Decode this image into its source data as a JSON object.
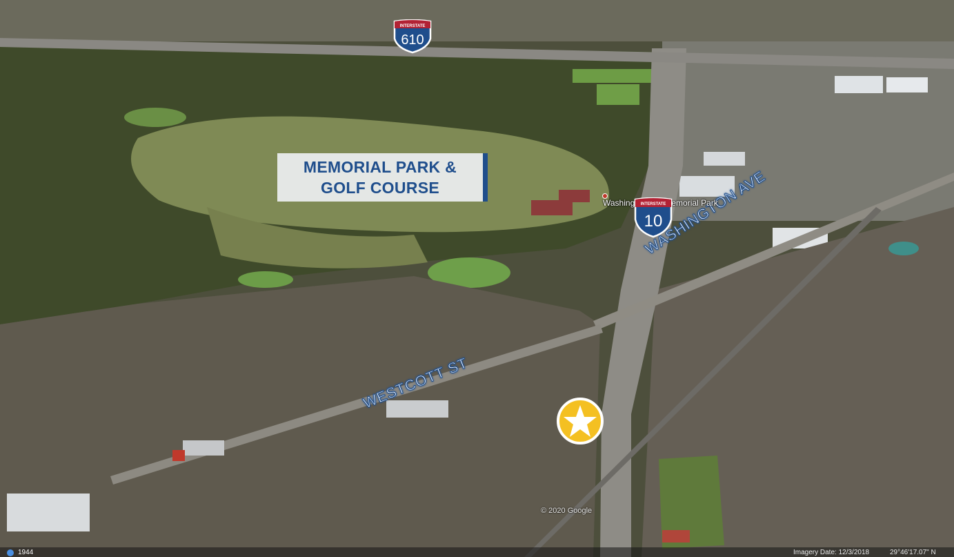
{
  "map": {
    "type": "aerial-oblique",
    "callout": {
      "line1": "MEMORIAL PARK &",
      "line2": "GOLF COURSE"
    },
    "streets": {
      "washington": "WASHINGTON AVE",
      "westcott": "WESTCOTT ST"
    },
    "place_label": "Washington Ave/Memorial Park",
    "shields": [
      {
        "header": "INTERSTATE",
        "number": "610"
      },
      {
        "header": "INTERSTATE",
        "number": "10"
      }
    ],
    "subject_marker": "star",
    "attribution": "© 2020 Google",
    "tour_label": "1944",
    "imagery_date": "Imagery Date: 12/3/2018",
    "coordinates": "29°46'17.07\" N"
  },
  "colors": {
    "callout_text": "#1f4e8c",
    "shield_blue": "#1f4e8c",
    "shield_red": "#b22234",
    "marker_gold": "#f4c022"
  }
}
